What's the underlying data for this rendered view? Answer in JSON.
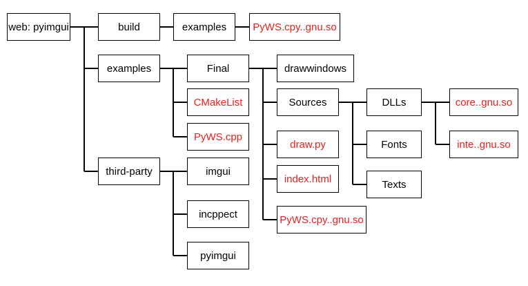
{
  "colors": {
    "highlight": "#e8201c",
    "default": "#000000"
  },
  "nodes": {
    "root": {
      "label": "web: pyimgui"
    },
    "build": {
      "label": "build"
    },
    "build_examples": {
      "label": "examples"
    },
    "build_pyws": {
      "label": "PyWS.cpy..gnu.so",
      "highlight": true
    },
    "examples": {
      "label": "examples"
    },
    "final": {
      "label": "Final"
    },
    "cmakelist": {
      "label": "CMakeList",
      "highlight": true
    },
    "pyws_cpp": {
      "label": "PyWS.cpp",
      "highlight": true
    },
    "drawwindows": {
      "label": "drawwindows"
    },
    "sources": {
      "label": "Sources"
    },
    "draw_py": {
      "label": "draw.py",
      "highlight": true
    },
    "index_html": {
      "label": "index.html",
      "highlight": true
    },
    "final_pyws": {
      "label": "PyWS.cpy..gnu.so",
      "highlight": true
    },
    "dlls": {
      "label": "DLLs"
    },
    "fonts": {
      "label": "Fonts"
    },
    "texts": {
      "label": "Texts"
    },
    "core_so": {
      "label": "core..gnu.so",
      "highlight": true
    },
    "inte_so": {
      "label": "inte..gnu.so",
      "highlight": true
    },
    "third_party": {
      "label": "third-party"
    },
    "imgui": {
      "label": "imgui"
    },
    "incppect": {
      "label": "incppect"
    },
    "pyimgui": {
      "label": "pyimgui"
    }
  }
}
